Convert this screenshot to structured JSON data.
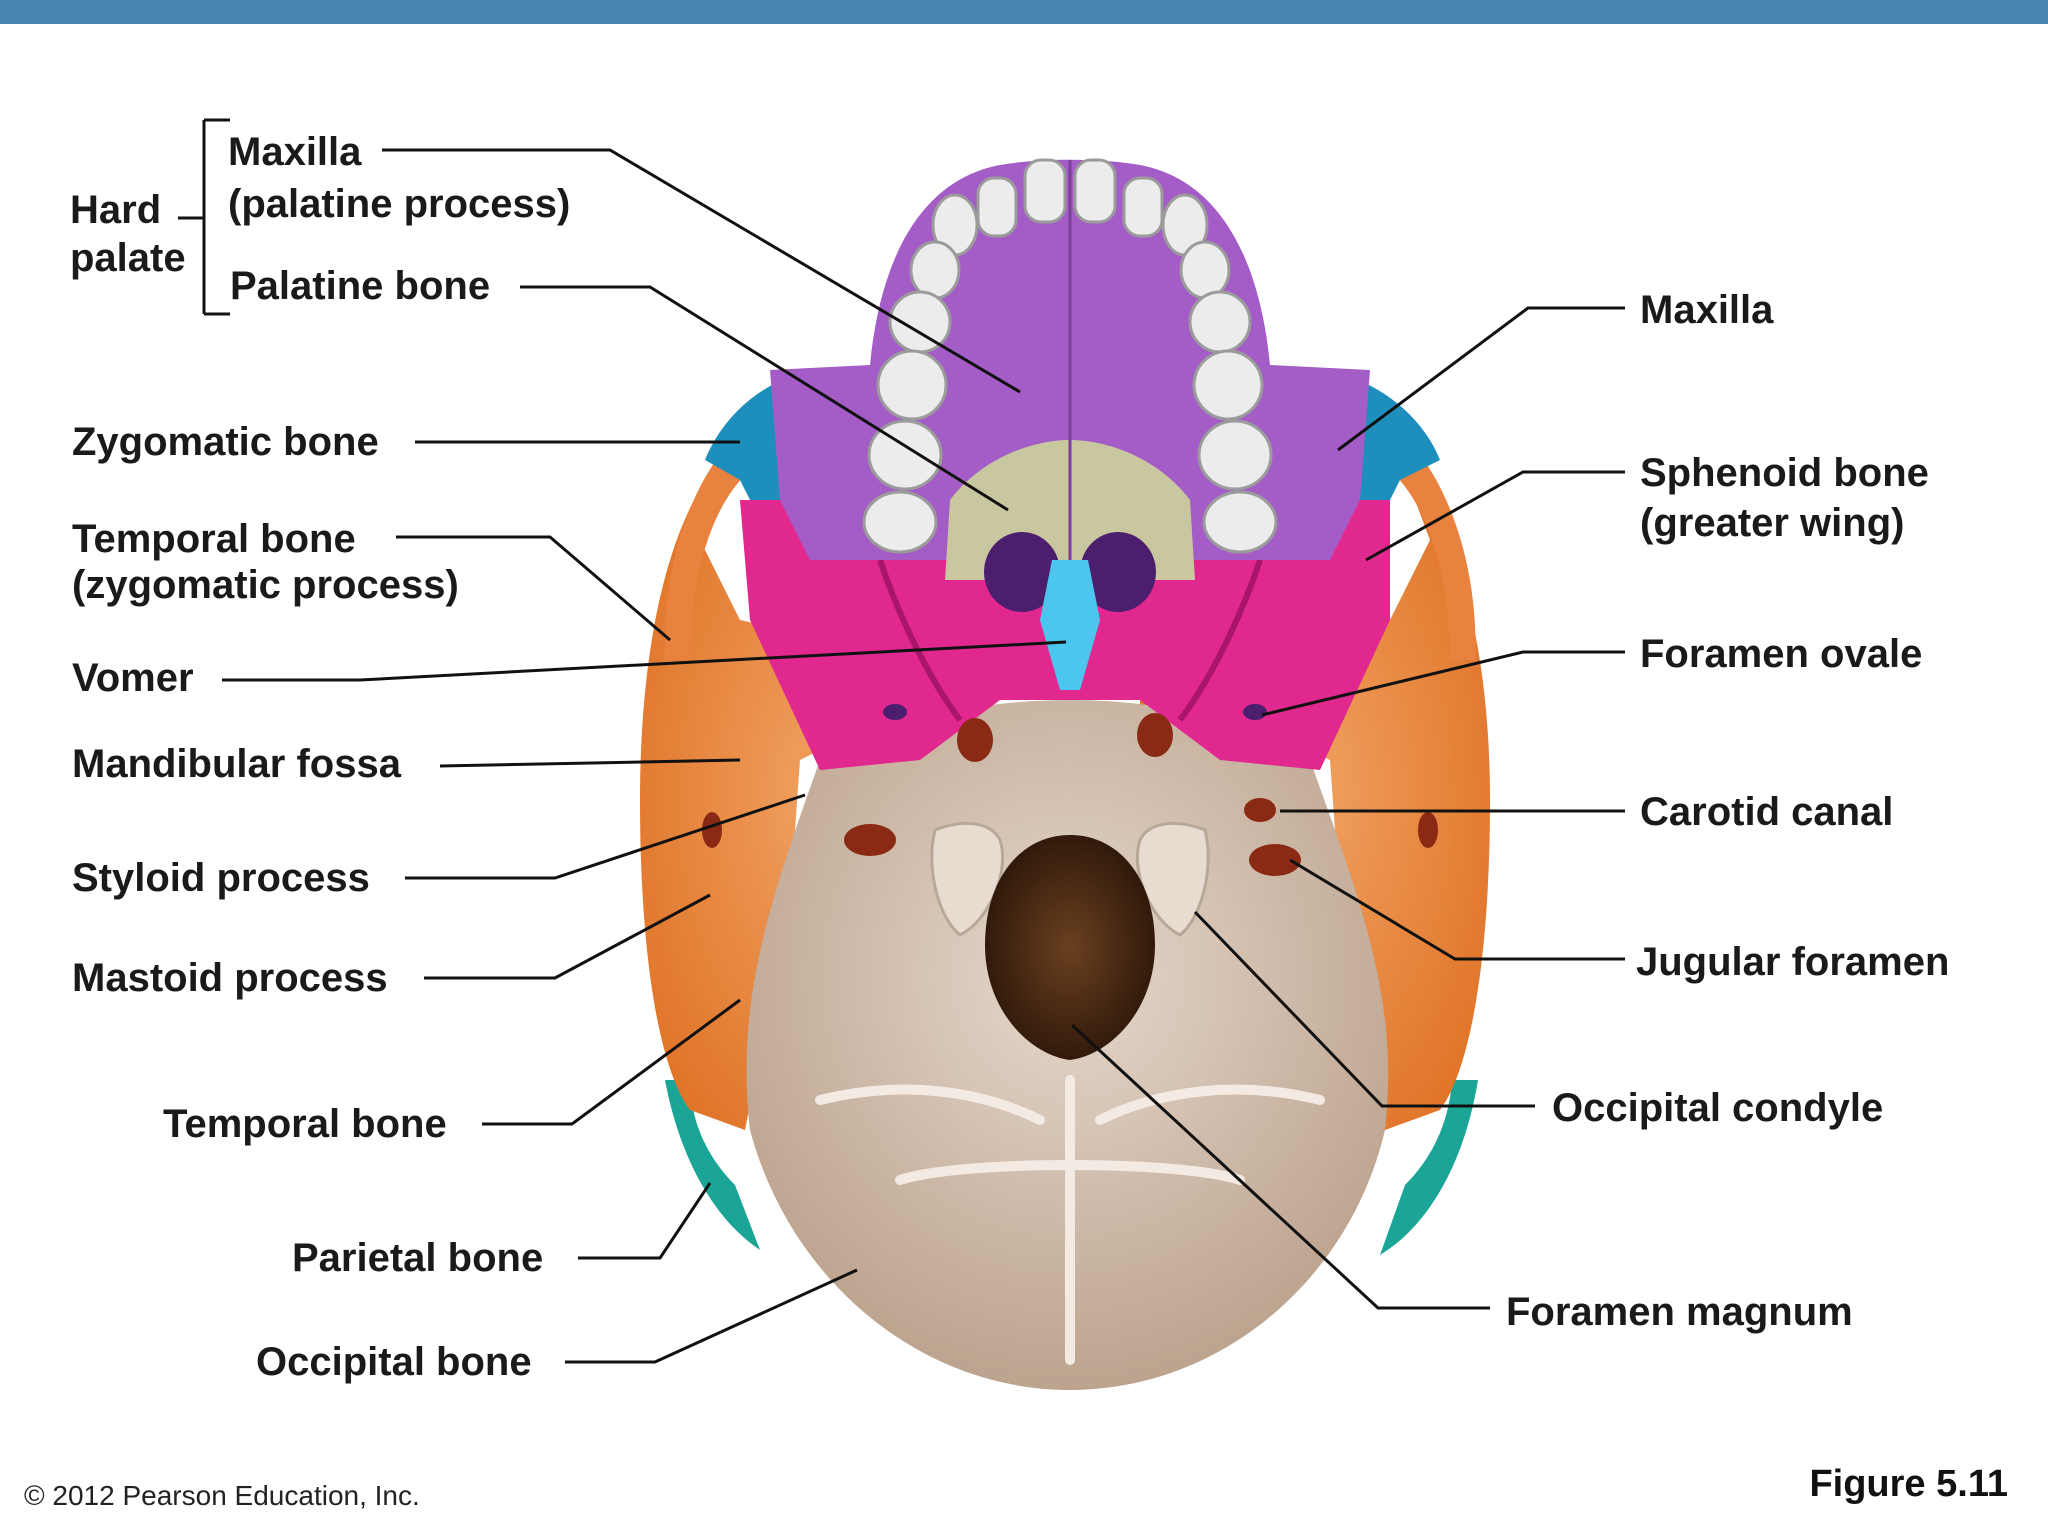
{
  "header": {
    "bar_color": "#4a84b0"
  },
  "labels": {
    "hard_palate": "Hard\npalate",
    "maxilla_palatine": "Maxilla\n(palatine process)",
    "palatine_bone": "Palatine bone",
    "zygomatic_bone": "Zygomatic bone",
    "temporal_zygomatic": "Temporal bone\n(zygomatic process)",
    "vomer": "Vomer",
    "mandibular_fossa": "Mandibular fossa",
    "styloid_process": "Styloid process",
    "mastoid_process": "Mastoid process",
    "temporal_bone": "Temporal bone",
    "parietal_bone": "Parietal bone",
    "occipital_bone": "Occipital bone",
    "maxilla": "Maxilla",
    "sphenoid_bone": "Sphenoid bone\n(greater wing)",
    "foramen_ovale": "Foramen ovale",
    "carotid_canal": "Carotid canal",
    "jugular_foramen": "Jugular foramen",
    "occipital_condyle": "Occipital condyle",
    "foramen_magnum": "Foramen magnum"
  },
  "footer": {
    "copyright": "© 2012 Pearson Education, Inc.",
    "figure": "Figure 5.11"
  },
  "colors": {
    "maxilla": "#a45cc6",
    "palatine": "#c9c7a0",
    "zygomatic": "#1e8fbd",
    "sphenoid": "#e0288e",
    "vomer": "#4cc6ee",
    "temporal": "#e9823e",
    "occipital": "#d2bfae",
    "parietal": "#1aa597",
    "teeth": "#ececec"
  }
}
